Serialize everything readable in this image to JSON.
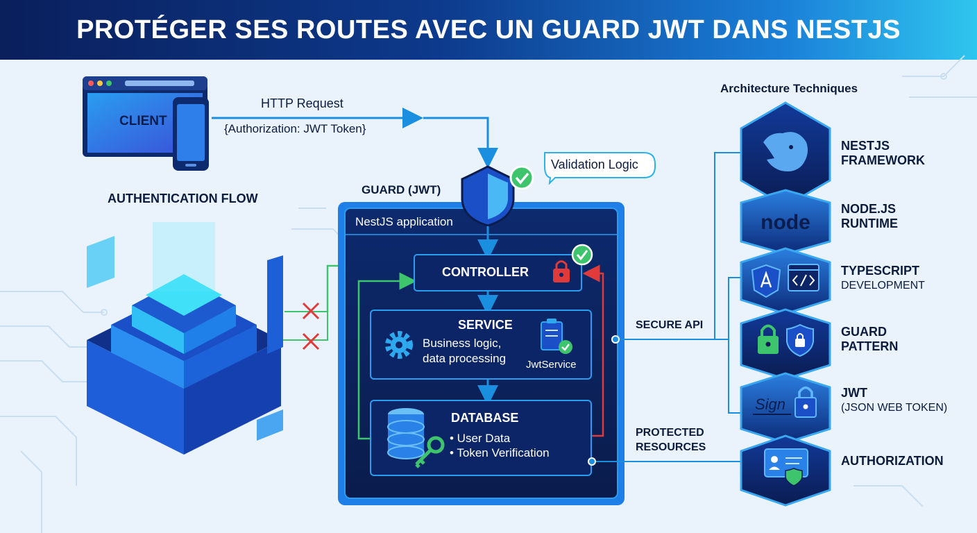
{
  "header": {
    "title": "PROTÉGER SES ROUTES AVEC UN GUARD JWT DANS NESTJS"
  },
  "client": {
    "label": "CLIENT"
  },
  "request": {
    "line1": "HTTP Request",
    "line2": "{Authorization: JWT Token}"
  },
  "validation": {
    "label": "Validation Logic"
  },
  "auth_flow": {
    "label": "AUTHENTICATION FLOW"
  },
  "guard": {
    "label": "GUARD (JWT)"
  },
  "app": {
    "label": "NestJS application",
    "controller": {
      "label": "CONTROLLER"
    },
    "service": {
      "title": "SERVICE",
      "line1": "Business logic,",
      "line2": "data processing",
      "jwt": "JwtService"
    },
    "database": {
      "title": "DATABASE",
      "item1": "• User Data",
      "item2": "• Token Verification"
    }
  },
  "secure_api": "SECURE API",
  "protected": {
    "line1": "PROTECTED",
    "line2": "RESOURCES"
  },
  "tech": {
    "title": "Architecture Techniques",
    "items": [
      {
        "name1": "NESTJS",
        "name2": "FRAMEWORK",
        "icon": "nestjs-logo-icon"
      },
      {
        "name1": "NODE.JS",
        "name2": "RUNTIME",
        "icon": "node-logo-icon",
        "logo_text": "node"
      },
      {
        "name1": "TYPESCRIPT",
        "sub": "DEVELOPMENT",
        "icon": "angular-code-icon"
      },
      {
        "name1": "GUARD",
        "name2": "PATTERN",
        "icon": "lock-shield-icon"
      },
      {
        "name1": "JWT",
        "sub": "(JSON WEB TOKEN)",
        "icon": "sign-lock-icon",
        "sign_text": "Sign"
      },
      {
        "name1": "AUTHORIZATION",
        "icon": "id-card-icon"
      }
    ]
  },
  "colors": {
    "accent": "#1a8fe0",
    "dark": "#0b1d4f",
    "green": "#3ec46d",
    "red": "#e03a3a"
  }
}
